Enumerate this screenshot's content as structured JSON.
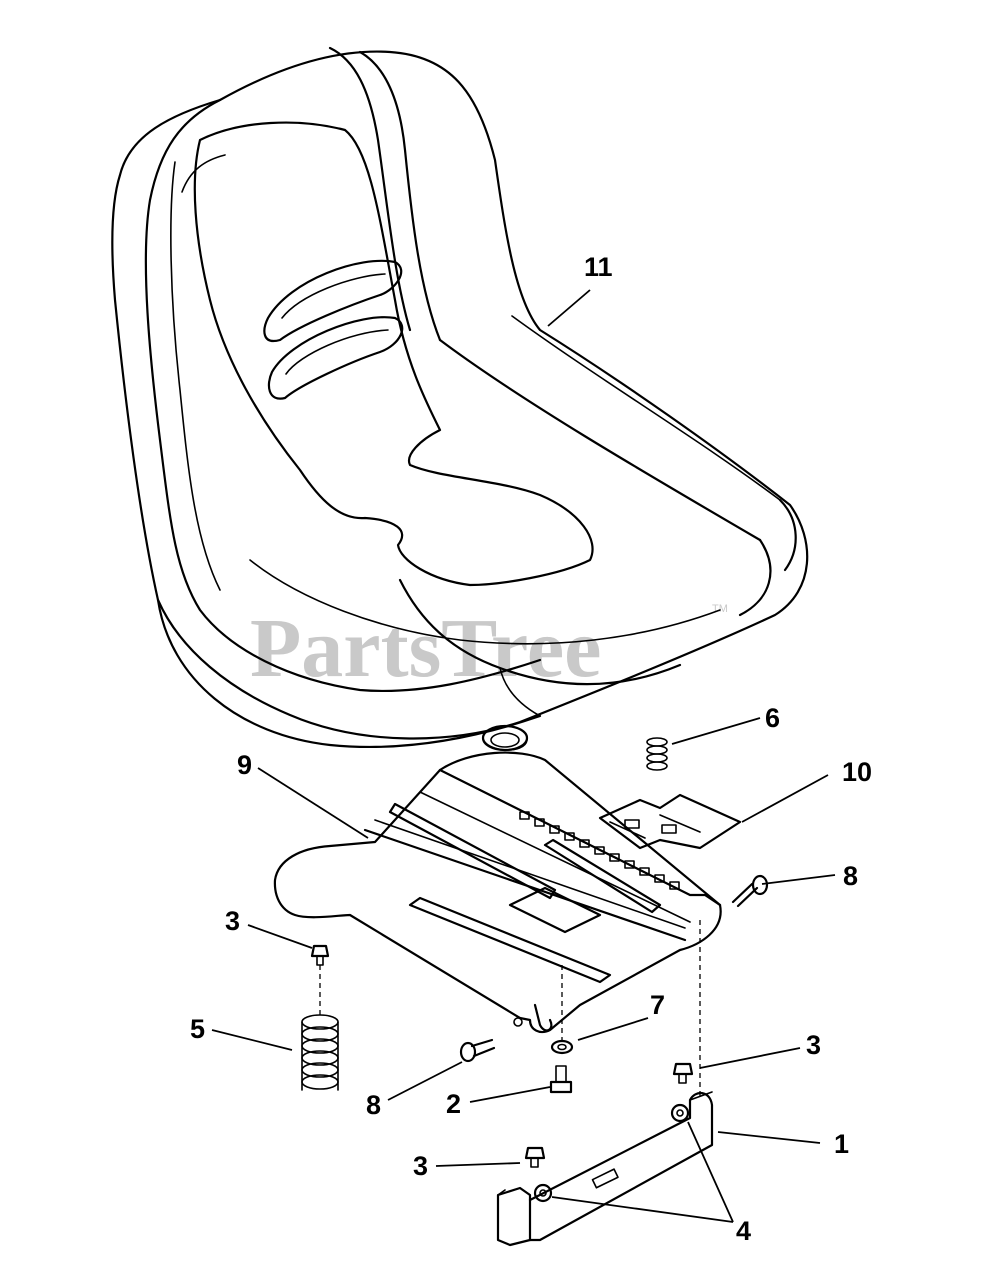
{
  "watermark": {
    "text": "PartsTree",
    "trademark": "TM"
  },
  "callouts": [
    {
      "id": "11",
      "part": "seat"
    },
    {
      "id": "6",
      "part": "spring-small"
    },
    {
      "id": "10",
      "part": "slide-latch"
    },
    {
      "id": "9",
      "part": "seat-pan"
    },
    {
      "id": "8",
      "part": "bolt-right"
    },
    {
      "id": "3",
      "part": "bolt-left"
    },
    {
      "id": "7",
      "part": "washer"
    },
    {
      "id": "5",
      "part": "spring-large"
    },
    {
      "id": "3",
      "part": "bolt-bracket"
    },
    {
      "id": "8",
      "part": "bolt-front"
    },
    {
      "id": "2",
      "part": "shoulder-bolt"
    },
    {
      "id": "1",
      "part": "bracket"
    },
    {
      "id": "3",
      "part": "bolt-bottom"
    },
    {
      "id": "4",
      "part": "nuts"
    }
  ]
}
